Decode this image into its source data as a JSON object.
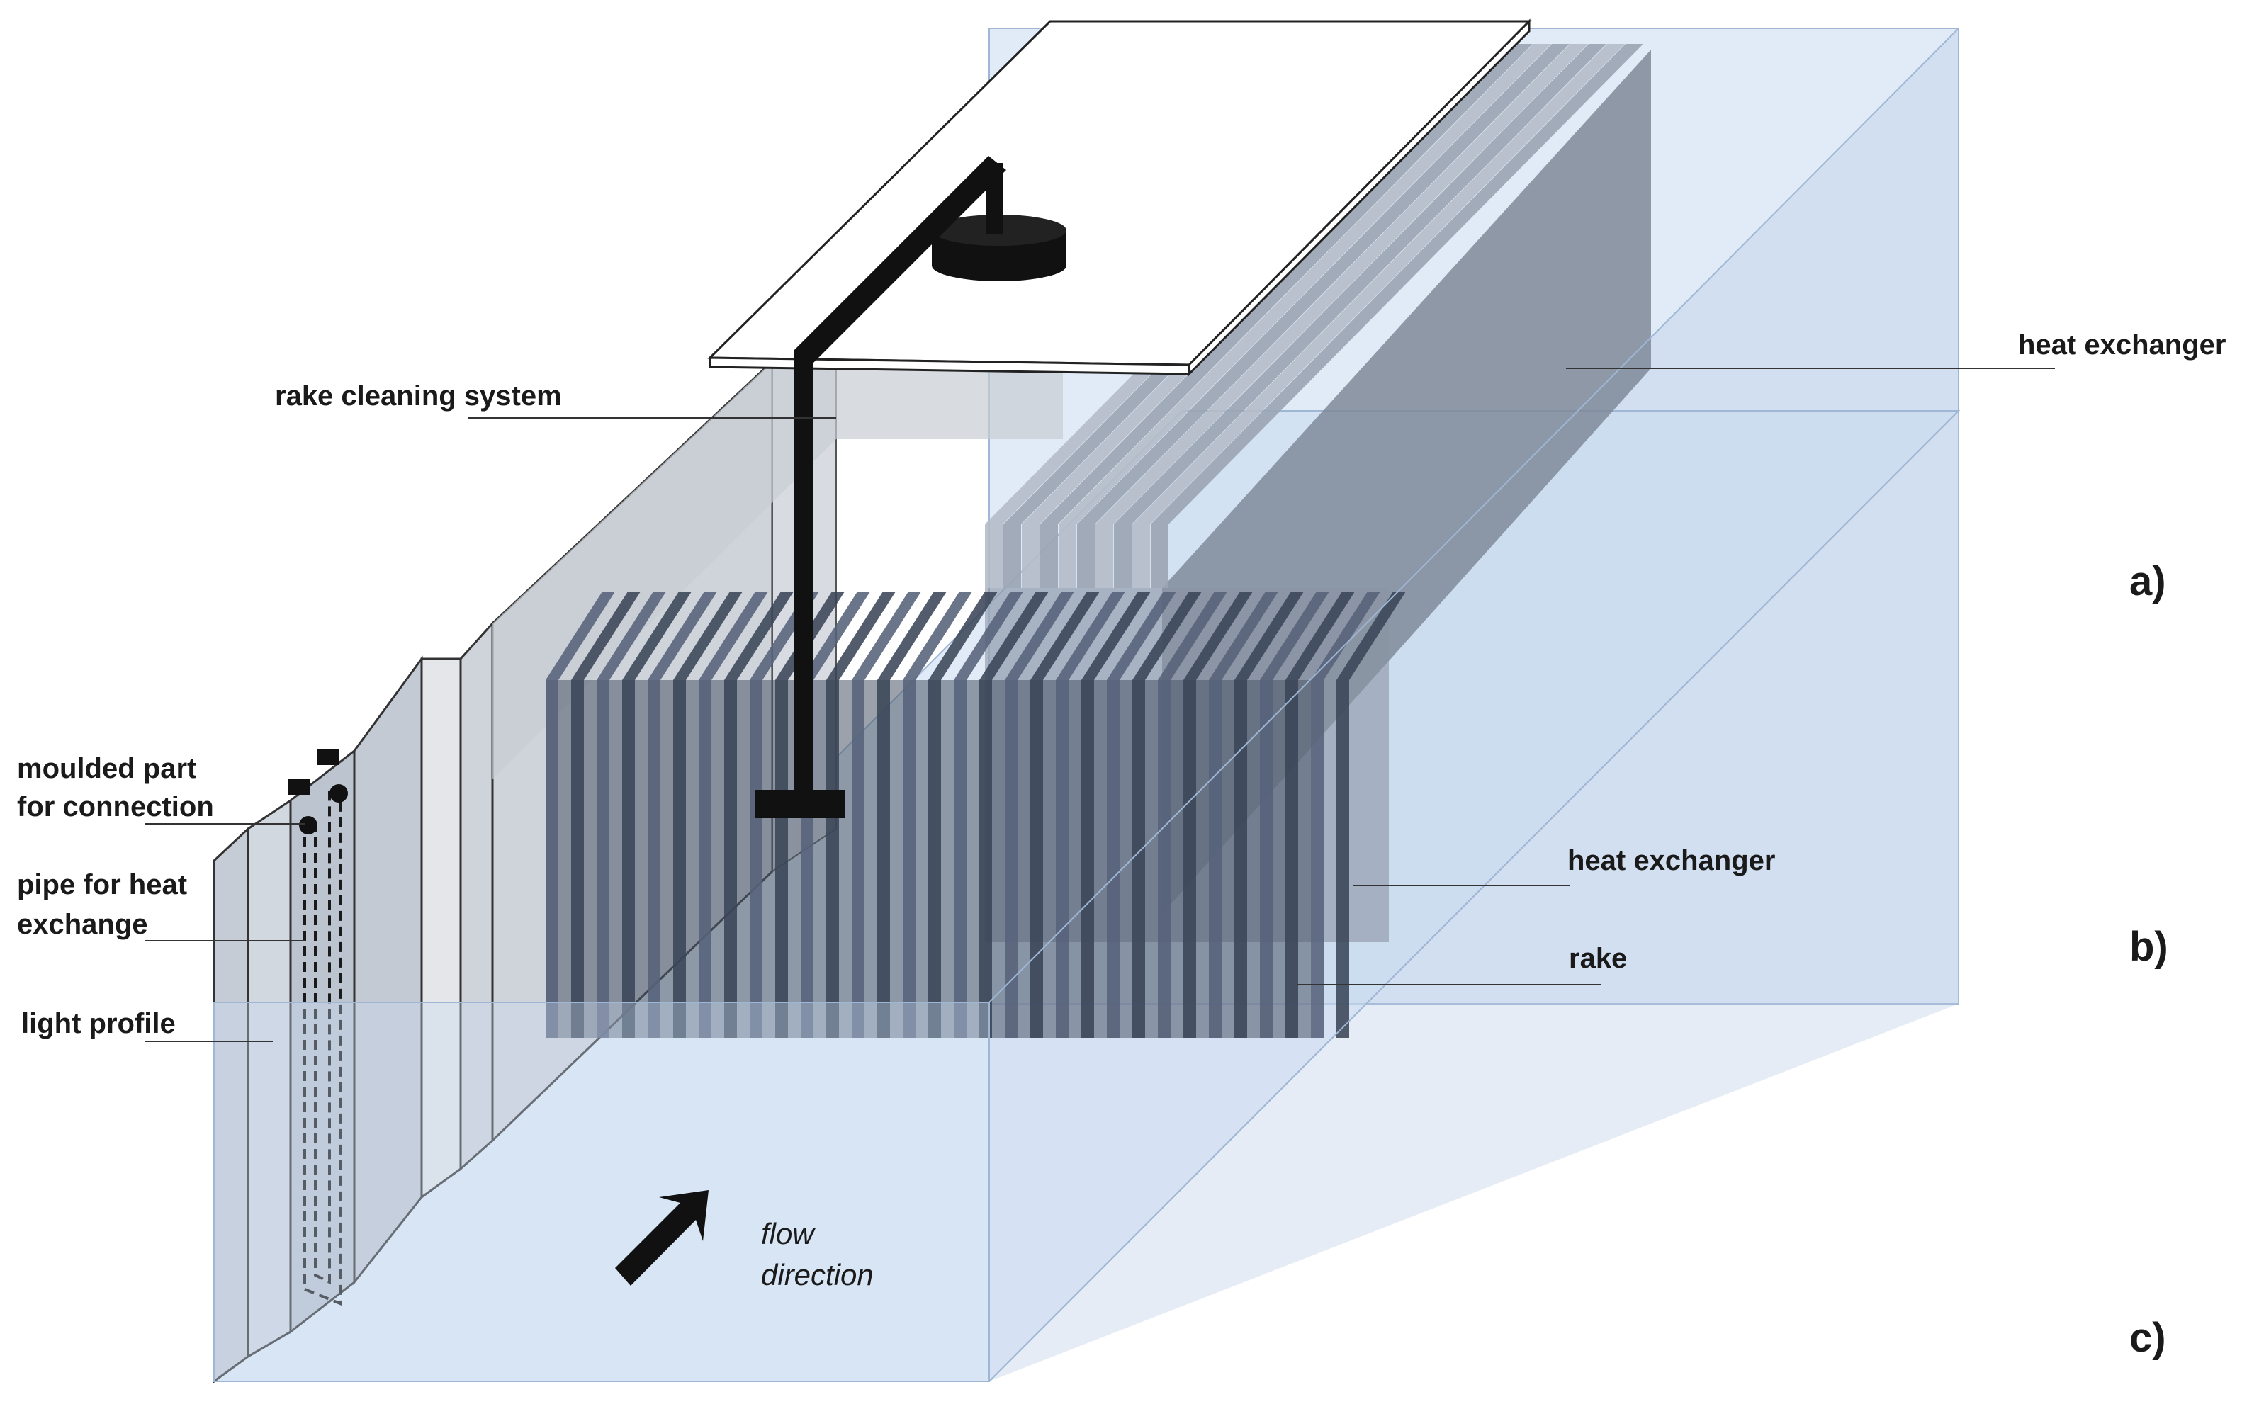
{
  "labels": {
    "heat_exchanger_top": "heat exchanger",
    "rake_cleaning": "rake cleaning system",
    "moulded_line1": "moulded part",
    "moulded_line2": "for connection",
    "pipe_line1": "pipe for heat",
    "pipe_line2": "exchange",
    "light_profile": "light profile",
    "heat_exchanger_mid": "heat exchanger",
    "rake": "rake",
    "flow_line1": "flow",
    "flow_line2": "direction"
  },
  "parts": {
    "a": "a)",
    "b": "b)",
    "c": "c)"
  },
  "colors": {
    "channel_fill": "#c9daf0",
    "channel_stroke": "#9fb6d4",
    "fin_dark": "#3a4658",
    "fin_light": "#7f8a99",
    "rake_frame": "#111111",
    "panel": "#ffffff"
  }
}
